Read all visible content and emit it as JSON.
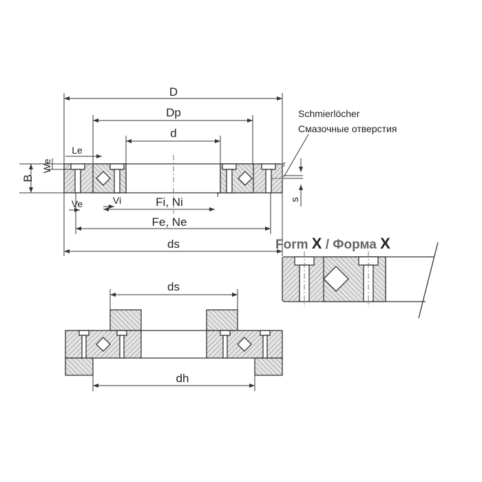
{
  "labels": {
    "D": "D",
    "Dp": "Dp",
    "d": "d",
    "lube_de": "Schmierlöcher",
    "lube_ru": "Смазочные отверстия",
    "B": "B",
    "We": "We",
    "Le": "Le",
    "Ve": "Ve",
    "Vi": "Vi",
    "FiNi": "Fi, Ni",
    "FeNe": "Fe, Ne",
    "ds_top": "ds",
    "s": "s",
    "r1": "r",
    "r2": "r",
    "ds_bottom": "ds",
    "dh": "dh"
  },
  "form_title": {
    "prefix": "Form ",
    "x1": "X",
    "sep": " / Форма ",
    "x2": "X"
  },
  "colors": {
    "line": "#333333",
    "hatch": "#777777",
    "title_gray": "#666666",
    "title_dark": "#222222"
  }
}
